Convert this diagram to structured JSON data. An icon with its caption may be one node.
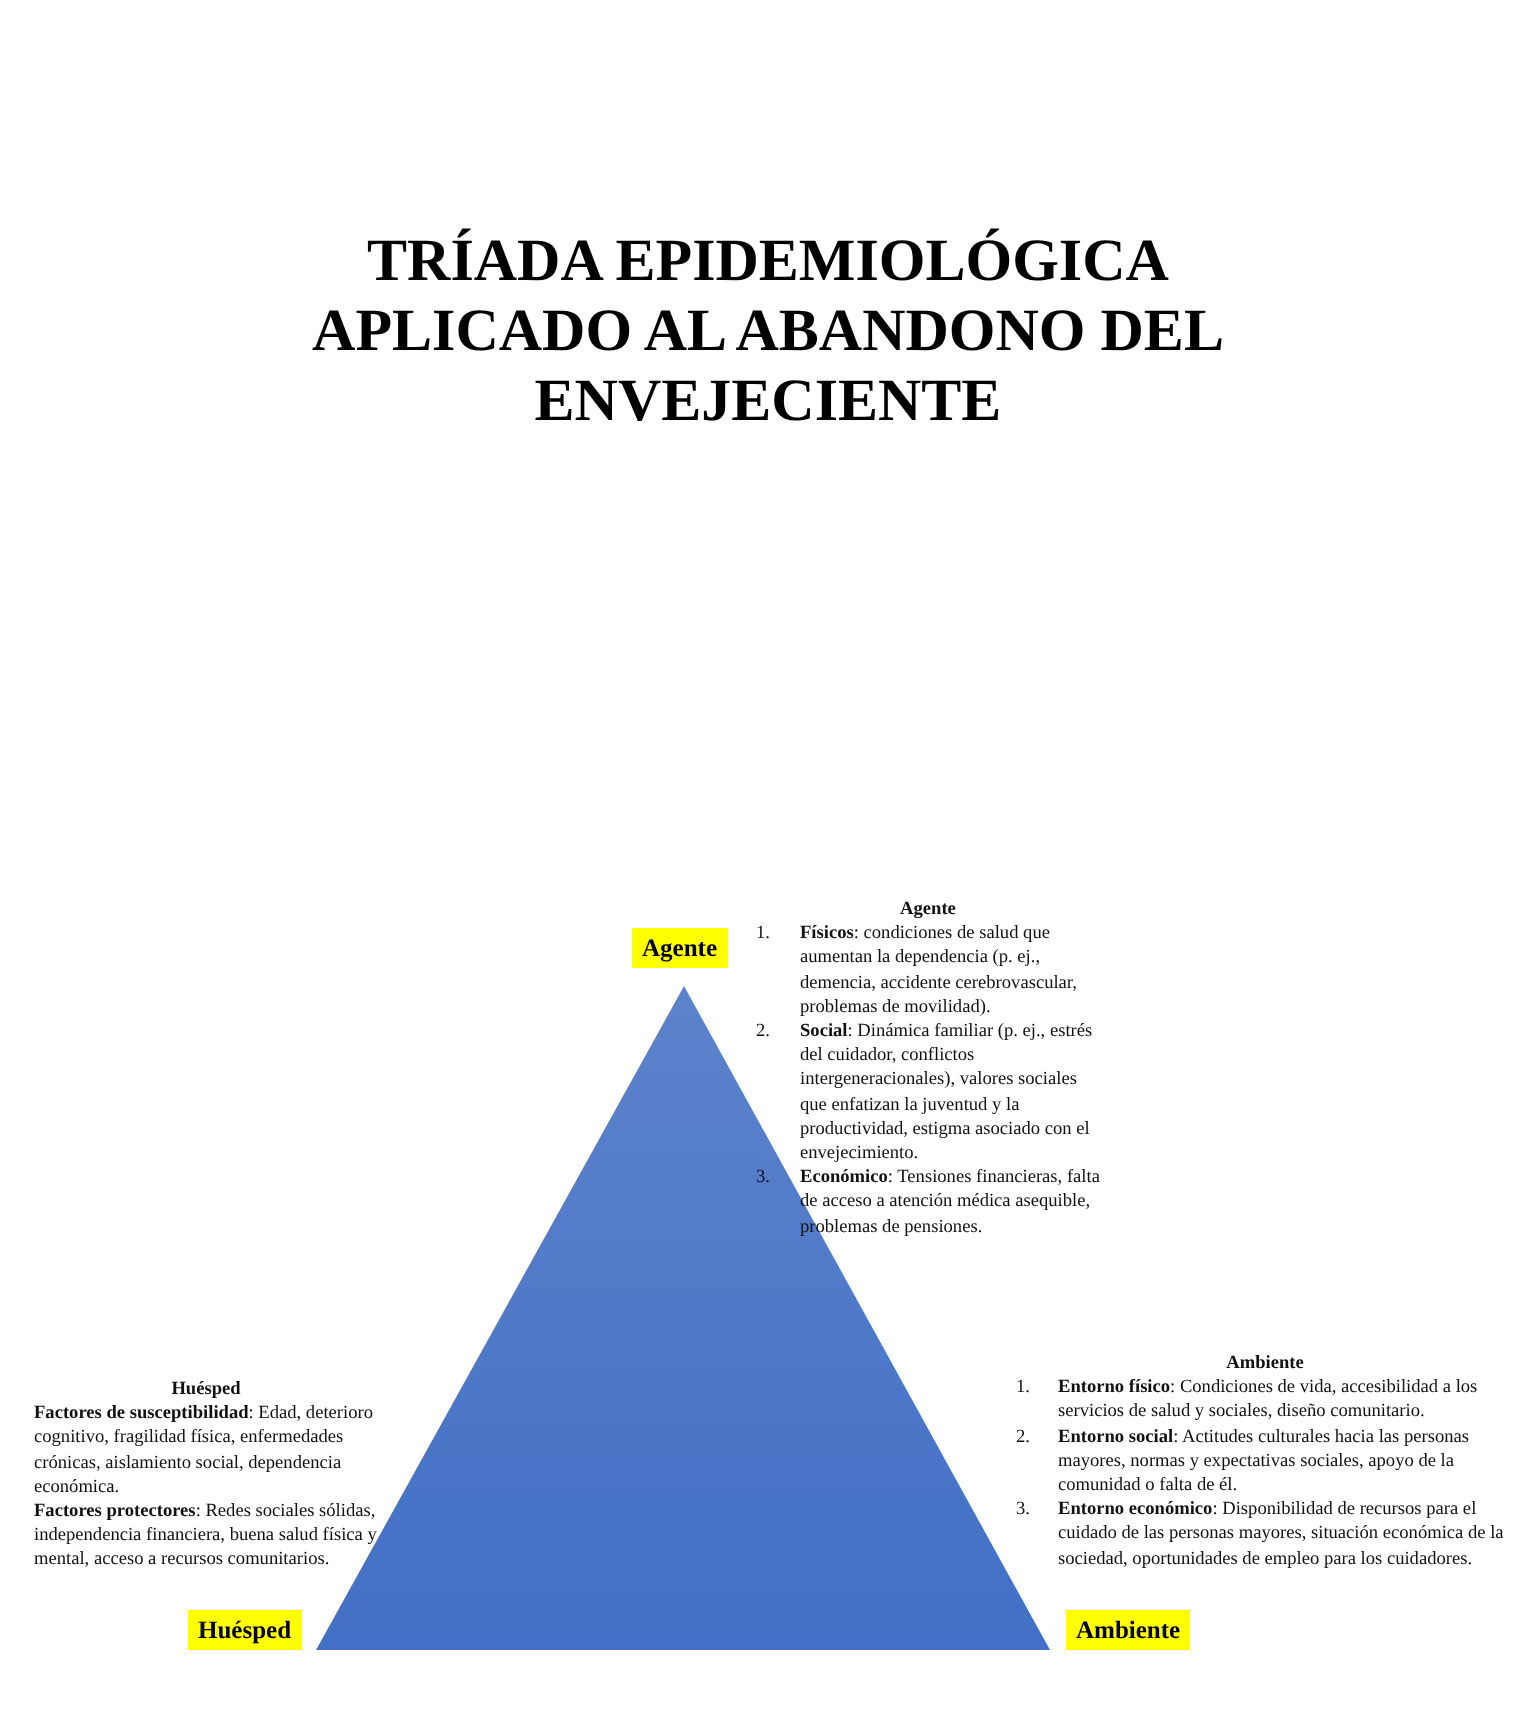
{
  "diagram": {
    "title": "TRÍADA EPIDEMIOLÓGICA APLICADO AL ABANDONO DEL ENVEJECIENTE",
    "nodes": [
      {
        "text": [
          "Agente"
        ]
      },
      {
        "text": [
          "Huésped"
        ]
      },
      {
        "text": [
          "Ambiente"
        ]
      }
    ],
    "labels": [
      "Agente",
      "1.",
      "**Físicos**: condiciones de salud que aumentan la dependencia (p. ej., demencia, accidente cerebrovascular, problemas de movilidad).",
      "2.",
      "**Social**: Dinámica familiar (p. ej., estrés del cuidador, conflictos intergeneracionales), valores sociales que enfatizan la juventud y la productividad, estigma asociado con el envejecimiento.",
      "3.",
      "**Económico**: Tensiones financieras, falta de acceso a atención médica asequible, problemas de pensiones.",
      "Huésped",
      "**Factores de susceptibilidad**: Edad, deterioro cognitivo, fragilidad física, enfermedades crónicas, aislamiento social, dependencia económica.",
      "**Factores protectores**: Redes sociales sólidas, independencia financiera, buena salud física y mental, acceso a recursos comunitarios.",
      "Ambiente",
      "1.",
      "**Entorno físico**: Condiciones de vida, accesibilidad a los servicios de salud y sociales, diseño comunitario.",
      "2.",
      "**Entorno social**: Actitudes culturales hacia las personas mayores, normas y expectativas sociales, apoyo de la comunidad o falta de él.",
      "3.",
      "**Entorno económico**: Disponibilidad de recursos para el cuidado de las personas mayores, situación económica de la sociedad, oportunidades de empleo para los cuidadores."
    ]
  }
}
